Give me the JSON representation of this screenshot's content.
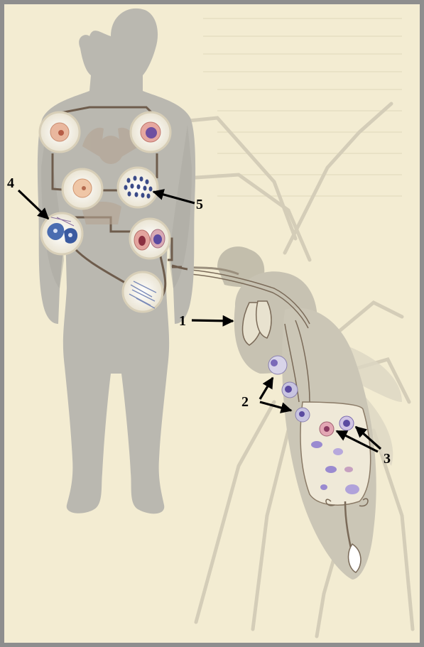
{
  "figure": {
    "labels": [
      {
        "id": "label-1",
        "text": "1"
      },
      {
        "id": "label-2",
        "text": "2"
      },
      {
        "id": "label-3",
        "text": "3"
      },
      {
        "id": "label-4",
        "text": "4"
      },
      {
        "id": "label-5",
        "text": "5"
      }
    ],
    "colors": {
      "paper": "#f3ecd2",
      "frame_border": "#8e8e8e",
      "body_silhouette": "#b9b7ae",
      "mosquito_silhouette": "#c7c2b2",
      "vessels": "#6e5c4c",
      "arrows": "#000000",
      "parasite_purple": "#5a4aa0",
      "blood_cell": "#e6b49a"
    }
  }
}
